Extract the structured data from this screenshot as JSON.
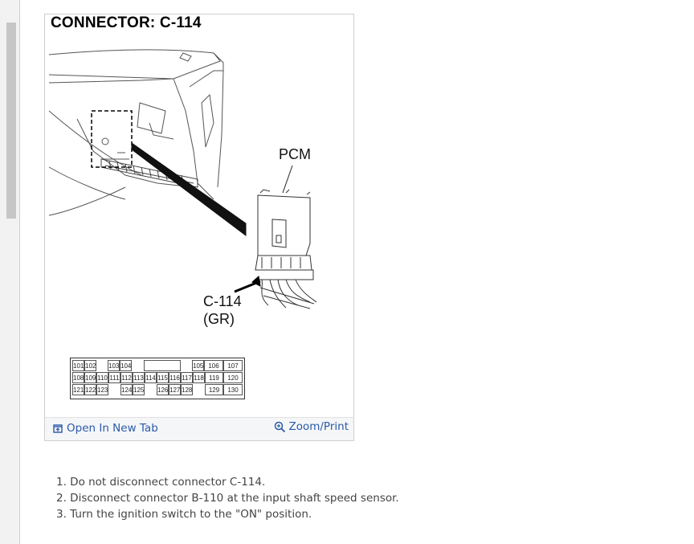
{
  "figure": {
    "title": "CONNECTOR: C-114",
    "labels": {
      "pcm": "PCM",
      "connector": "C-114",
      "color": "(GR)"
    },
    "pins": [
      "101",
      "102",
      "103",
      "104",
      "105",
      "106",
      "107",
      "108",
      "109",
      "110",
      "111",
      "112",
      "113",
      "114",
      "115",
      "116",
      "117",
      "118",
      "119",
      "120",
      "121",
      "122",
      "123",
      "124",
      "125",
      "126",
      "127",
      "128",
      "129",
      "130"
    ],
    "open_link": "Open In New Tab",
    "zoom_link": "Zoom/Print"
  },
  "steps": [
    "1. Do not disconnect connector C-114.",
    "2. Disconnect connector B-110 at the input shaft speed sensor.",
    "3. Turn the ignition switch to the \"ON\" position."
  ],
  "icons": {
    "open": "open-new-tab-icon",
    "zoom": "zoom-magnifier-icon"
  }
}
